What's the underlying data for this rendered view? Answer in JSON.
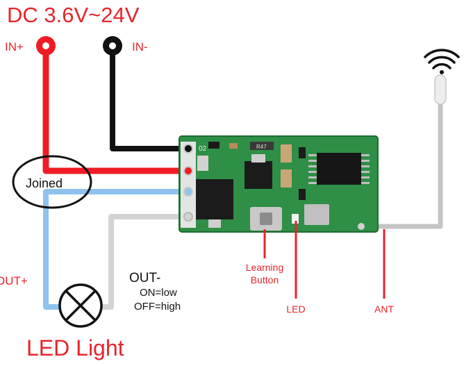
{
  "title": "DC 3.6V~24V",
  "terminals": {
    "in_plus": "IN+",
    "in_minus": "IN-",
    "out_plus": "OUT+",
    "out_minus": "OUT-"
  },
  "notes": {
    "on": "ON=low",
    "off": "OFF=high",
    "joined": "Joined"
  },
  "callouts": {
    "learning_line1": "Learning",
    "learning_line2": "Button",
    "led": "LED",
    "ant": "ANT"
  },
  "load_label": "LED Light",
  "board": {
    "silkscreen_top": "02",
    "silkscreen_chip": "R47"
  },
  "colors": {
    "red_wire": "#ee1c25",
    "black_wire": "#111111",
    "blue_wire": "#8ec3ee",
    "gray_wire": "#d3d3d3",
    "pcb_green": "#2f8f46",
    "label_red": "#e8242b"
  }
}
